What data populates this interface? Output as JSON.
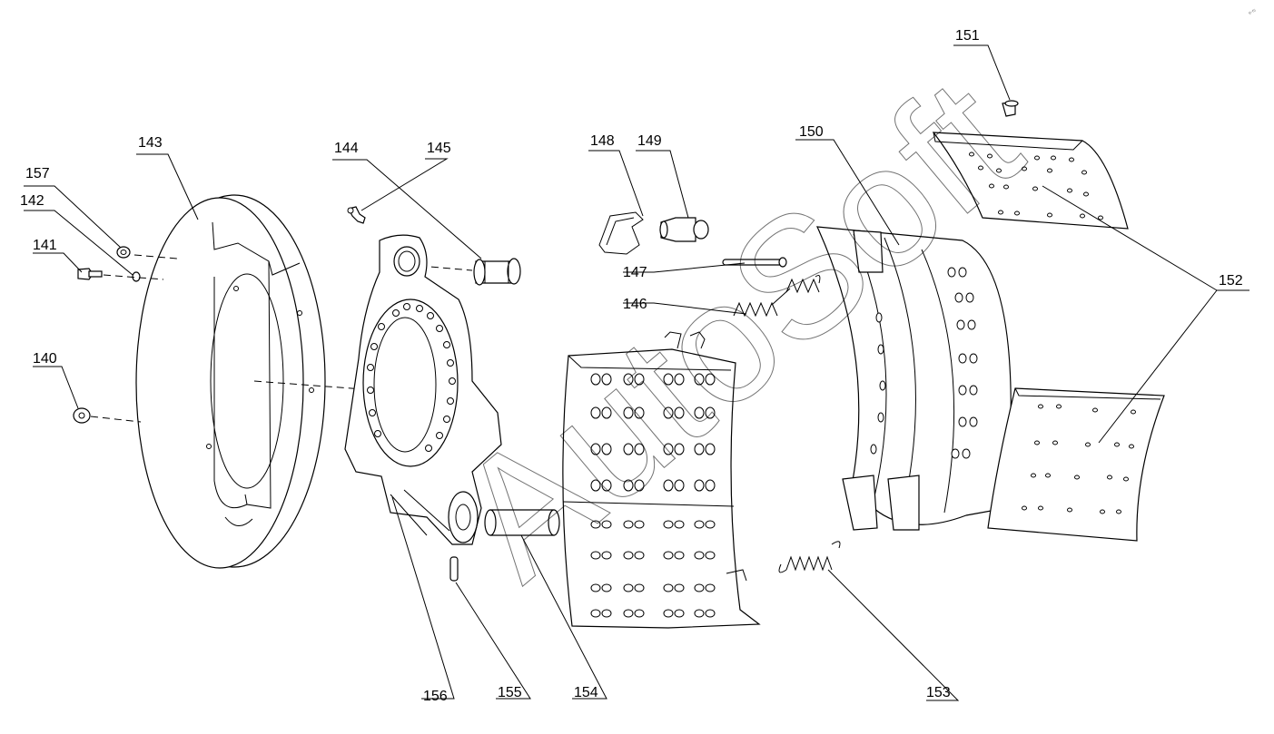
{
  "watermark": {
    "text": "AutoSoft"
  },
  "corner_mark": {
    "text": "e‑rc"
  },
  "callouts": [
    {
      "id": "140",
      "label": "140"
    },
    {
      "id": "141",
      "label": "141"
    },
    {
      "id": "142",
      "label": "142"
    },
    {
      "id": "143",
      "label": "143"
    },
    {
      "id": "144",
      "label": "144"
    },
    {
      "id": "145",
      "label": "145"
    },
    {
      "id": "146",
      "label": "146"
    },
    {
      "id": "147",
      "label": "147"
    },
    {
      "id": "148",
      "label": "148"
    },
    {
      "id": "149",
      "label": "149"
    },
    {
      "id": "150",
      "label": "150"
    },
    {
      "id": "151",
      "label": "151"
    },
    {
      "id": "152",
      "label": "152"
    },
    {
      "id": "153",
      "label": "153"
    },
    {
      "id": "154",
      "label": "154"
    },
    {
      "id": "155",
      "label": "155"
    },
    {
      "id": "156",
      "label": "156"
    },
    {
      "id": "157",
      "label": "157"
    }
  ]
}
